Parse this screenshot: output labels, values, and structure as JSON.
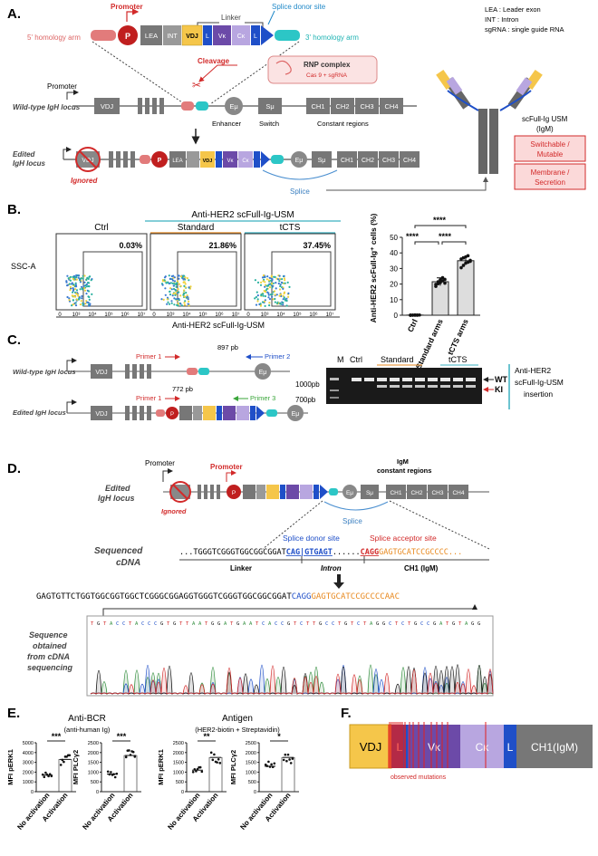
{
  "panelA": {
    "letter": "A.",
    "legend": [
      "LEA : Leader exon",
      "INT : Intron",
      "sgRNA : single guide RNA"
    ],
    "promoter_label": "Promoter",
    "linker_label": "Linker",
    "splice_donor_label": "Splice donor site",
    "arm5": "5' homology arm",
    "arm3": "3' homology arm",
    "construct_blocks": [
      "P",
      "LEA",
      "INT",
      "VDJ",
      "L",
      "Vκ",
      "Cκ",
      "L"
    ],
    "cleavage_label": "Cleavage",
    "rnp_title": "RNP complex",
    "rnp_sub": "Cas 9 + sgRNA",
    "wt_locus_label": "Wild-type IgH locus",
    "wt_promoter": "Promoter",
    "vdj": "VDJ",
    "emu": "Eμ",
    "smu": "Sμ",
    "enhancer": "Enhancer",
    "switch": "Switch",
    "constant_regions": "Constant regions",
    "ch": [
      "CH1",
      "CH2",
      "CH3",
      "CH4"
    ],
    "edited_locus_label": [
      "Edited",
      "IgH locus"
    ],
    "ignored": "Ignored",
    "splice": "Splice",
    "antibody_title": [
      "scFull-Ig USM",
      "(IgM)"
    ],
    "box1": [
      "Switchable /",
      "Mutable"
    ],
    "box2": [
      "Membrane /",
      "Secretion"
    ]
  },
  "panelB": {
    "letter": "B.",
    "group_title": "Anti-HER2 scFull-Ig-USM",
    "plots": [
      {
        "name": "Ctrl",
        "pct": "0.03%"
      },
      {
        "name": "Standard",
        "pct": "21.86%"
      },
      {
        "name": "tCTS",
        "pct": "37.45%"
      }
    ],
    "yaxis": "SSC-A",
    "xaxis": "Anti-HER2 scFull-Ig-USM",
    "ticks": [
      "0",
      "10³",
      "10⁴",
      "10⁵",
      "10⁶",
      "10⁷"
    ],
    "significance": [
      "****",
      "****",
      "****"
    ]
  },
  "chart_data": {
    "type": "bar",
    "categories": [
      "Ctrl",
      "Standard arms",
      "tCTS arms"
    ],
    "values": [
      0.1,
      21.5,
      35.0
    ],
    "points": [
      [
        0.02,
        0.05,
        0.1,
        0.08,
        0.12,
        0.03,
        0.06,
        0.09,
        0.04
      ],
      [
        18.5,
        20.2,
        21.0,
        22.1,
        23.0,
        19.8,
        21.5,
        22.8,
        24.1,
        20.6
      ],
      [
        30.5,
        32.0,
        33.4,
        34.0,
        35.2,
        36.1,
        36.8,
        37.5,
        38.2,
        34.6
      ]
    ],
    "ylabel": "Anti-HER2 scFull-Ig⁺ cells (%)",
    "yticks": [
      "0",
      "10",
      "20",
      "30",
      "40",
      "50"
    ],
    "ylim": [
      0,
      50
    ]
  },
  "panelC": {
    "letter": "C.",
    "wt_label": "Wild-type IgH locus",
    "ed_label": "Edited IgH locus",
    "primer1": "Primer 1",
    "primer2": "Primer 2",
    "primer3": "Primer 3",
    "wt_size": "897 pb",
    "ki_size": "772 pb",
    "gel_lanes": [
      "M",
      "Ctrl",
      "Standard",
      "tCTS"
    ],
    "marker_1000": "1000pb",
    "marker_700": "700pb",
    "wt_band": "WT",
    "ki_band": "KI",
    "insertion_note": [
      "Anti-HER2",
      "scFull-Ig-USM",
      "insertion"
    ]
  },
  "panelD": {
    "letter": "D.",
    "promoter": "Promoter",
    "locus_label": [
      "Edited",
      "IgH locus"
    ],
    "ignored": "Ignored",
    "igm_title": [
      "IgM",
      "constant regions"
    ],
    "splice": "Splice",
    "sequenced_label": [
      "Sequenced",
      "cDNA"
    ],
    "splice_donor": "Splice donor site",
    "splice_acceptor": "Splice acceptor site",
    "seq_black": "...TGGGTCGGGTGGCGGCGGAT",
    "seq_blue": "CAG|GTGAGT",
    "seq_dots": "......",
    "seq_red": "CAGG",
    "seq_orange": "GAGTGCATCCGCCCC...",
    "region_linker": "Linker",
    "region_intron": "Intron",
    "region_ch1": "CH1 (IgM)",
    "full_black": "GAGTGTTCTGGTGGCGGTGGCTCGGGCGGAGGTGGGTCGGGTGGCGGCGGAT",
    "full_blue": "CAGG",
    "full_orange": "GAGTGCATCCGCCCCAAC",
    "chromatogram_label": [
      "Sequence",
      "obtained",
      "from cDNA",
      "sequencing"
    ]
  },
  "panelE": {
    "letter": "E.",
    "group1_title": "Anti-BCR",
    "group1_sub": "(anti-human Ig)",
    "group2_title": "Antigen",
    "group2_sub": "(HER2-biotin + Streptavidin)",
    "plots": [
      {
        "ylabel": "MFI pERK1",
        "yticks": [
          "0",
          "1000",
          "2000",
          "3000",
          "4000",
          "5000"
        ],
        "sig": "***",
        "means": [
          1700,
          3300
        ]
      },
      {
        "ylabel": "MFI PLCγ2",
        "yticks": [
          "0",
          "500",
          "1000",
          "1500",
          "2000",
          "2500"
        ],
        "sig": "***",
        "means": [
          900,
          1850
        ]
      },
      {
        "ylabel": "MFI pERK1",
        "yticks": [
          "0",
          "500",
          "1000",
          "1500",
          "2000",
          "2500"
        ],
        "sig": "**",
        "means": [
          1100,
          1750
        ]
      },
      {
        "ylabel": "MFI PLCγ2",
        "yticks": [
          "0",
          "500",
          "1000",
          "1500",
          "2000",
          "2500"
        ],
        "sig": "*",
        "means": [
          1300,
          1750
        ]
      }
    ],
    "categories": [
      "No activation",
      "Activation"
    ]
  },
  "panelF": {
    "letter": "F.",
    "blocks": [
      "VDJ",
      "L",
      "Vκ",
      "Cκ",
      "L",
      "CH1(IgM)"
    ],
    "mutations_label": "observed mutations"
  },
  "colors": {
    "vdj": "#f5c64a",
    "blue": "#1f4fc8",
    "purple": "#6c4aa8",
    "lavender": "#b8a6e0",
    "teal": "#2cc6c6",
    "red": "#d22a2a",
    "orange": "#e8891f",
    "gray": "#6d6d6d",
    "pink": "#f7c9c9"
  }
}
